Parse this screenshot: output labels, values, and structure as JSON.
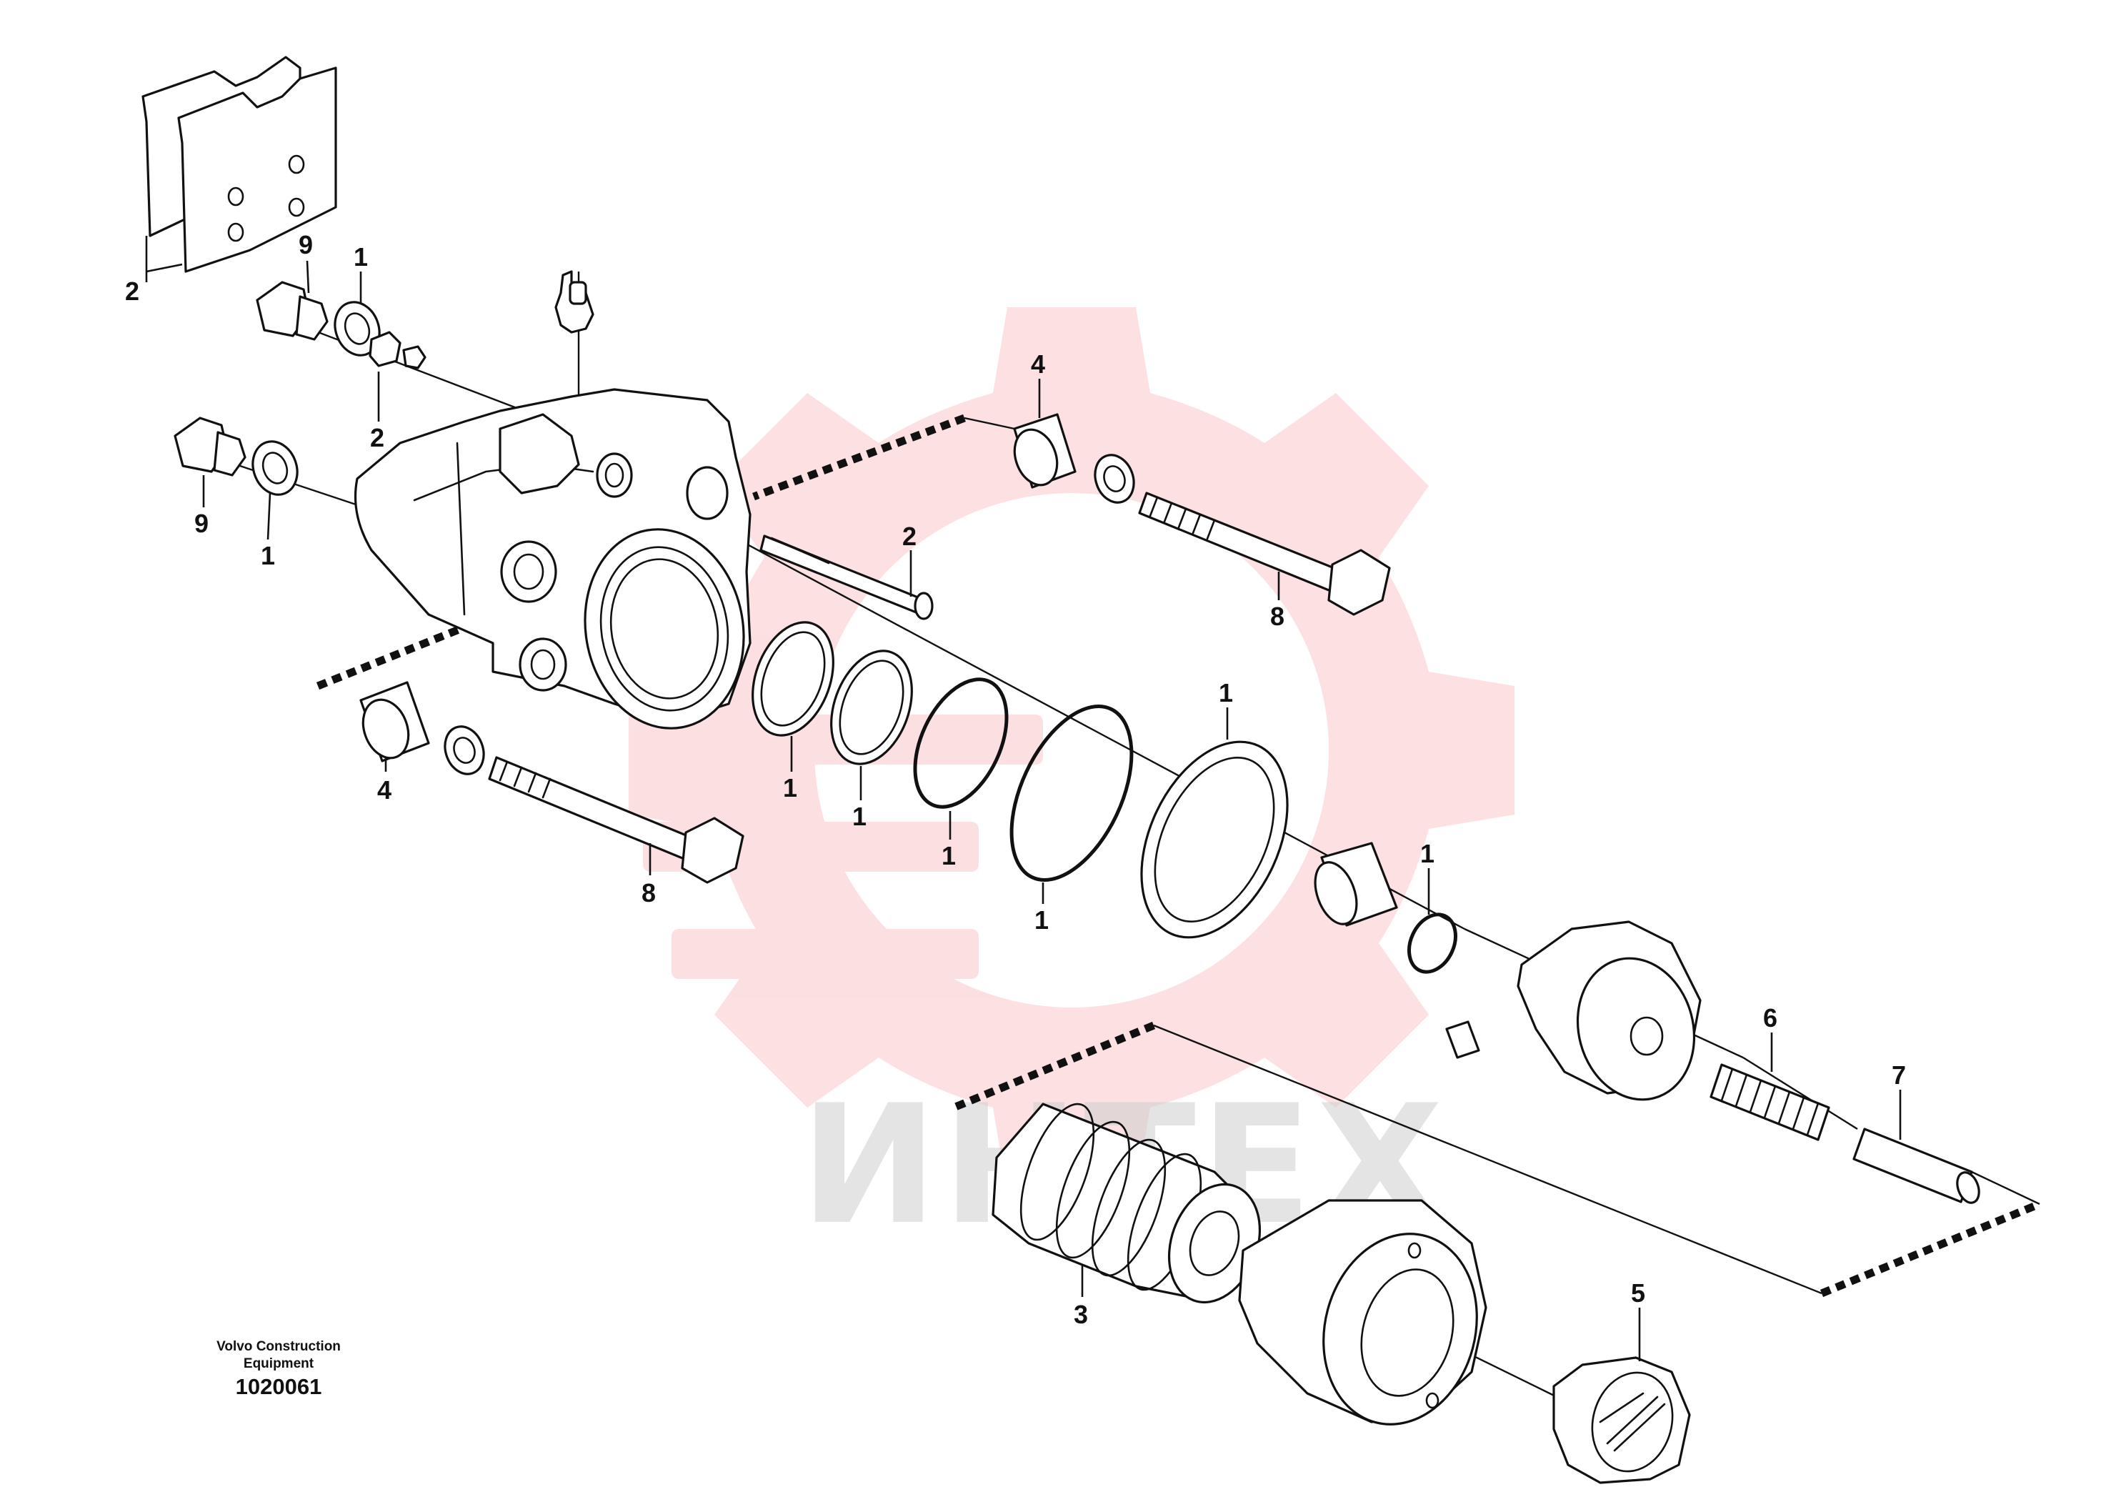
{
  "watermark": {
    "text": "ИНТЕХ",
    "gear_color": "#f7b5b9"
  },
  "caption": {
    "manufacturer": "Volvo Construction\nEquipment",
    "figure_id": "1020061"
  },
  "callouts": [
    {
      "id": "c-2-pads",
      "label": "2"
    },
    {
      "id": "c-9-top",
      "label": "9"
    },
    {
      "id": "c-1-top",
      "label": "1"
    },
    {
      "id": "c-2-nut",
      "label": "2"
    },
    {
      "id": "c-9-left",
      "label": "9"
    },
    {
      "id": "c-1-left",
      "label": "1"
    },
    {
      "id": "c-4-top",
      "label": "4"
    },
    {
      "id": "c-2-pin",
      "label": "2"
    },
    {
      "id": "c-8-top",
      "label": "8"
    },
    {
      "id": "c-4-bottom",
      "label": "4"
    },
    {
      "id": "c-8-bottom",
      "label": "8"
    },
    {
      "id": "c-1-ring-a",
      "label": "1"
    },
    {
      "id": "c-1-ring-b",
      "label": "1"
    },
    {
      "id": "c-1-oring-a",
      "label": "1"
    },
    {
      "id": "c-1-oring-b",
      "label": "1"
    },
    {
      "id": "c-1-seal",
      "label": "1"
    },
    {
      "id": "c-1-small",
      "label": "1"
    },
    {
      "id": "c-6",
      "label": "6"
    },
    {
      "id": "c-7",
      "label": "7"
    },
    {
      "id": "c-3",
      "label": "3"
    },
    {
      "id": "c-5",
      "label": "5"
    }
  ]
}
